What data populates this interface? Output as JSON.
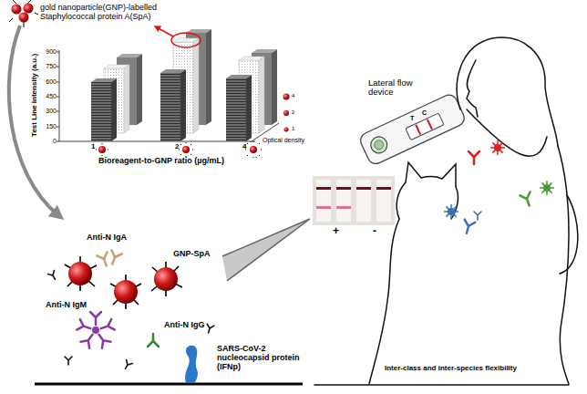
{
  "diagram": {
    "nodes": [
      {
        "text": [
          "Anti-N IgA",
          "Anti-N IgM",
          "GNP-SpA",
          "Anti-N IgG",
          "SARS-CoV-2 nucleocapsid protein (IFNp)"
        ]
      }
    ],
    "labels": [
      "gold nanoparticle(GNP)-labelled Staphylococcal protein A(SpA)",
      "Test Line intensity (a.u.)",
      "0",
      "150",
      "300",
      "450",
      "600",
      "750",
      "900",
      "1",
      "2",
      "4",
      "Bioreagent-to-GNP ratio (µg/mL)",
      "Optical density",
      "1",
      "2",
      "4",
      "Lateral flow device",
      "T",
      "C",
      "+",
      "-",
      "Inter-class and inter-species flexibility"
    ]
  }
}
